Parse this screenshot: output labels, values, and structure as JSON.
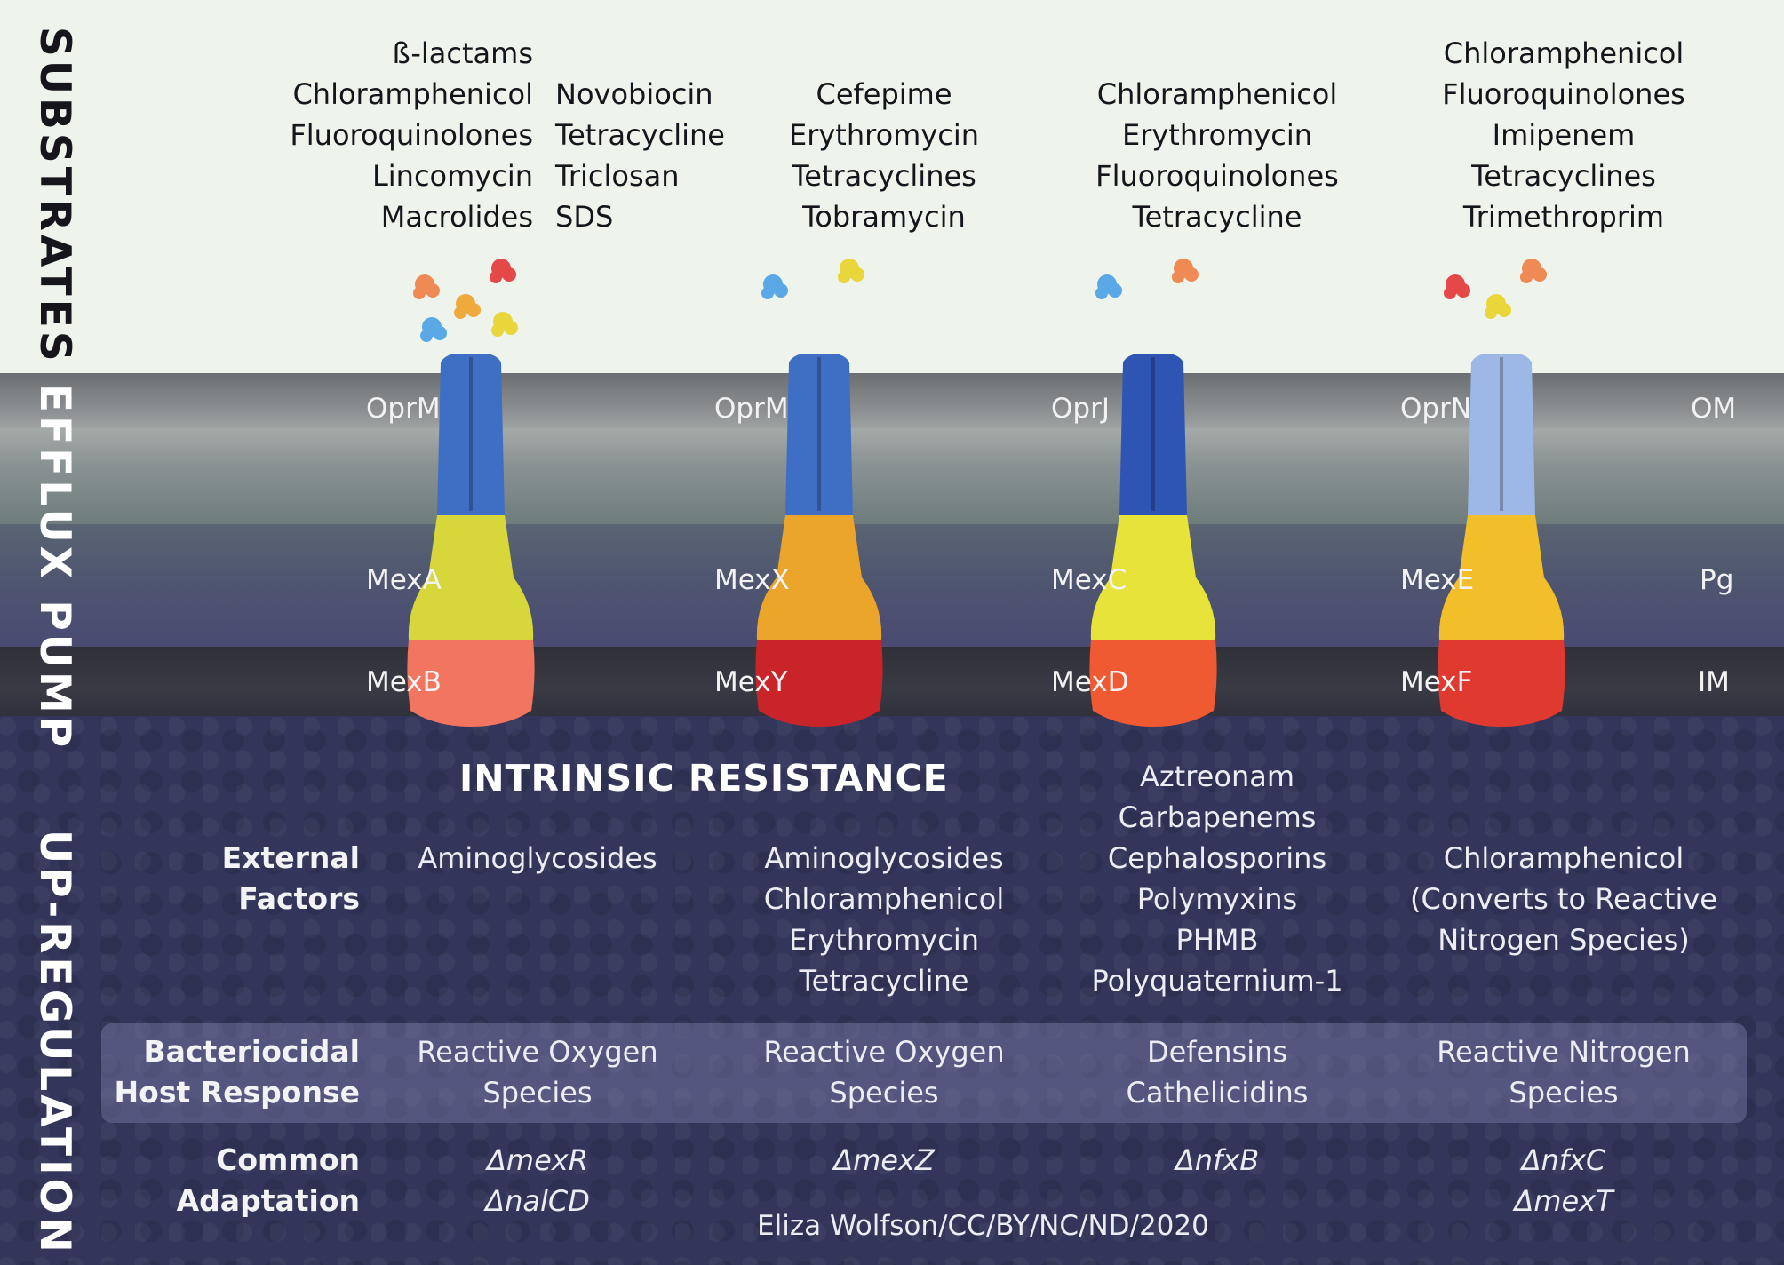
{
  "sections": {
    "substrates": "SUBSTRATES",
    "efflux": "EFFLUX PUMP",
    "upregulation": "UP-REGULATION"
  },
  "substrates": {
    "pump1_left": [
      "ß-lactams",
      "Chloramphenicol",
      "Fluoroquinolones",
      "Lincomycin",
      "Macrolides"
    ],
    "pump1_right": [
      "Novobiocin",
      "Tetracycline",
      "Triclosan",
      "SDS"
    ],
    "pump2": [
      "Cefepime",
      "Erythromycin",
      "Tetracyclines",
      "Tobramycin"
    ],
    "pump3": [
      "Chloramphenicol",
      "Erythromycin",
      "Fluoroquinolones",
      "Tetracycline"
    ],
    "pump4": [
      "Chloramphenicol",
      "Fluoroquinolones",
      "Imipenem",
      "Tetracyclines",
      "Trimethroprim"
    ]
  },
  "pumps": [
    {
      "om": "OprM",
      "mfp": "MexA",
      "rnd": "MexB",
      "colors": {
        "top": "#3f6fc4",
        "mid": "#d7d63a",
        "low": "#f27560",
        "substrates": [
          "#ef8a55",
          "#e54848",
          "#f0a93c",
          "#5aa8e6",
          "#e9d63a"
        ]
      }
    },
    {
      "om": "OprM",
      "mfp": "MexX",
      "rnd": "MexY",
      "colors": {
        "top": "#3f6fc4",
        "mid": "#eaa52a",
        "low": "#c8242a",
        "substrates": [
          "#5aa8e6",
          "#e9d63a"
        ]
      }
    },
    {
      "om": "OprJ",
      "mfp": "MexC",
      "rnd": "MexD",
      "colors": {
        "top": "#2f55b4",
        "mid": "#e7e33a",
        "low": "#ef5a32",
        "substrates": [
          "#5aa8e6",
          "#ef8a55"
        ]
      }
    },
    {
      "om": "OprN",
      "mfp": "MexE",
      "rnd": "MexF",
      "colors": {
        "top": "#9db8e6",
        "mid": "#f2bf2a",
        "low": "#e03a30",
        "substrates": [
          "#e54848",
          "#ef8a55",
          "#e9d63a"
        ]
      }
    }
  ],
  "membrane_labels": {
    "om": "OM",
    "pg": "Pg",
    "im": "IM"
  },
  "intrinsic_resistance": "INTRINSIC RESISTANCE",
  "rows": {
    "external_factors": {
      "head": [
        "External",
        "Factors"
      ],
      "pump1": [
        "Aminoglycosides"
      ],
      "pump2": [
        "Aminoglycosides",
        "Chloramphenicol",
        "Erythromycin",
        "Tetracycline"
      ],
      "pump3": [
        "Aztreonam",
        "Carbapenems",
        "Cephalosporins",
        "Polymyxins",
        "PHMB",
        "Polyquaternium-1"
      ],
      "pump4": [
        "Chloramphenicol",
        "(Converts to Reactive",
        "Nitrogen Species)"
      ]
    },
    "host_response": {
      "head": [
        "Bacteriocidal",
        "Host Response"
      ],
      "pump1": [
        "Reactive Oxygen",
        "Species"
      ],
      "pump2": [
        "Reactive Oxygen",
        "Species"
      ],
      "pump3": [
        "Defensins",
        "Cathelicidins"
      ],
      "pump4": [
        "Reactive Nitrogen",
        "Species"
      ]
    },
    "adaptation": {
      "head": [
        "Common",
        "Adaptation"
      ],
      "pump1": [
        "ΔmexR",
        "ΔnalCD"
      ],
      "pump2": [
        "ΔmexZ"
      ],
      "pump3": [
        "ΔnfxB"
      ],
      "pump4": [
        "ΔnfxC",
        "ΔmexT"
      ]
    }
  },
  "credit": "Eliza Wolfson/CC/BY/NC/ND/2020"
}
